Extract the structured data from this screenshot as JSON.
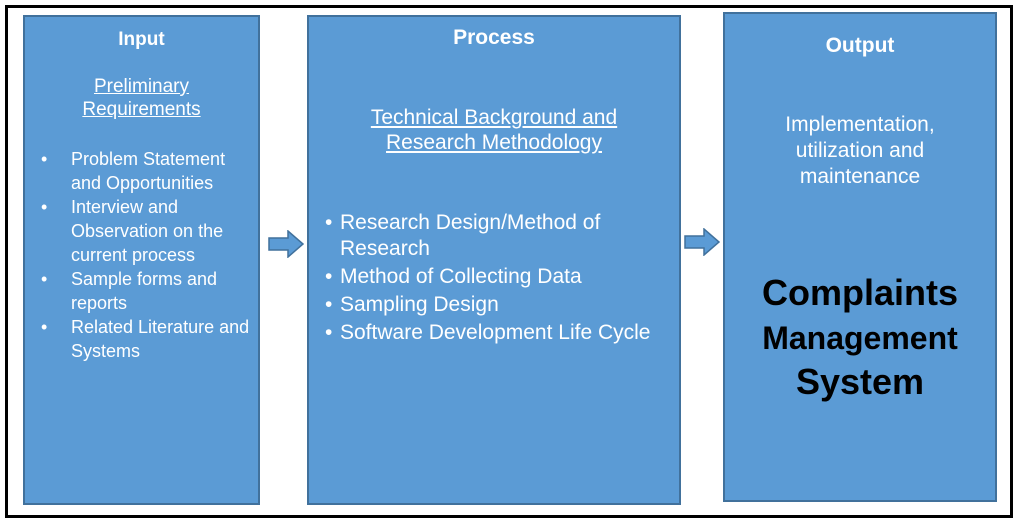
{
  "input": {
    "title": "Input",
    "subtitle": "Preliminary Requirements",
    "items": [
      "Problem Statement and Opportunities",
      "Interview and Observation on the current process",
      "Sample forms and reports",
      "Related Literature and Systems"
    ]
  },
  "process": {
    "title": "Process",
    "subtitle": "Technical Background and Research Methodology",
    "items": [
      "Research Design/Method of Research",
      "Method of Collecting Data",
      "Sampling Design",
      "Software Development Life Cycle"
    ]
  },
  "output": {
    "title": "Output",
    "description": "Implementation, utilization and maintenance",
    "system_line1": "Complaints",
    "system_line2": "Management",
    "system_line3": "System"
  },
  "colors": {
    "box_fill": "#5b9bd5",
    "box_border": "#41719c",
    "arrow_fill": "#5b9bd5"
  },
  "icons": {
    "connector": "right-arrow-icon"
  }
}
